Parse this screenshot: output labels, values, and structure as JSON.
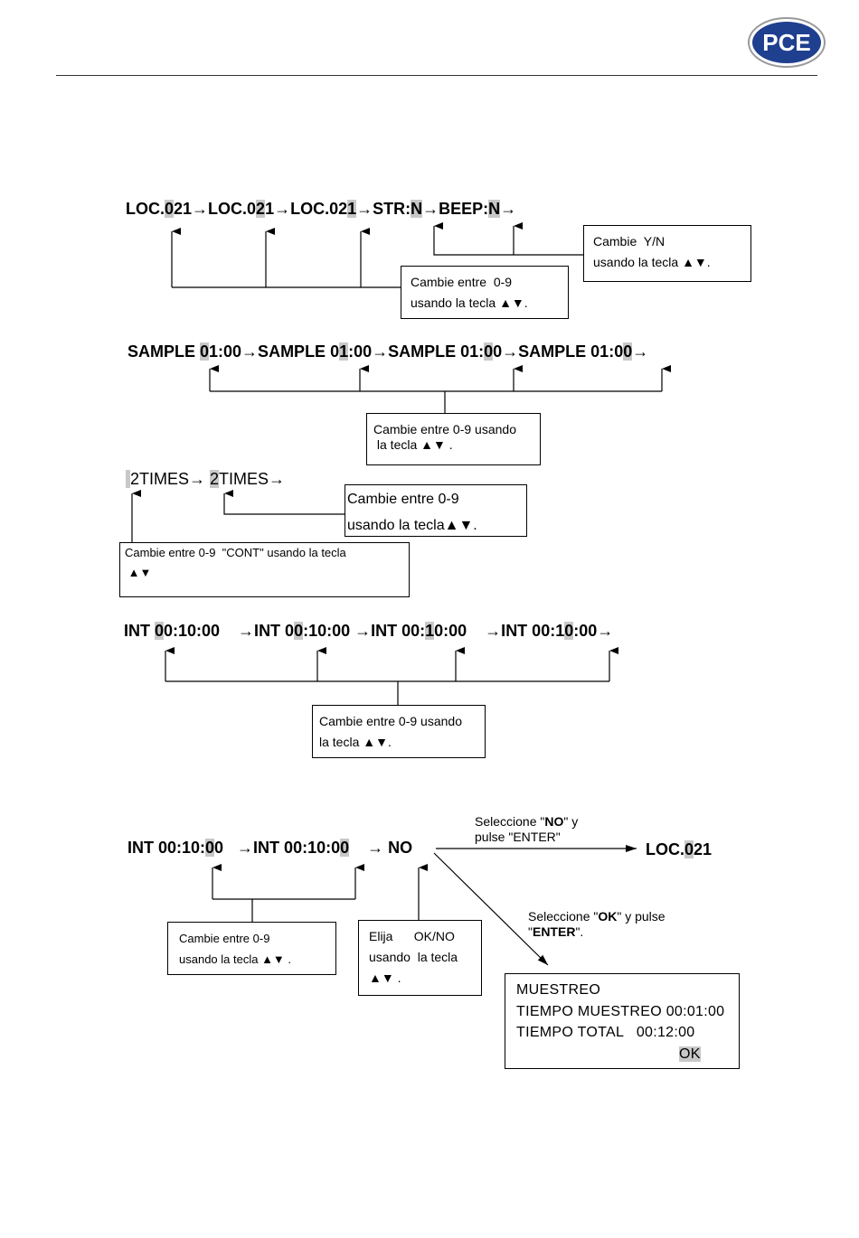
{
  "logo": {
    "text": "PCE",
    "color": "#1f3f8f"
  },
  "row1": {
    "seq": [
      "LOC.",
      "0",
      "21→LOC.0",
      "2",
      "1→LOC.02",
      "1",
      "→STR:",
      "N",
      "→BEEP:",
      "N",
      "→"
    ],
    "box_digits": "Cambie entre  0-9\nusando la tecla ▲▼.",
    "box_yn": "Cambie  Y/N\nusando la tecla ▲▼."
  },
  "row2": {
    "seq": [
      "SAMPLE ",
      "0",
      "1:00→SAMPLE 0",
      "1",
      ":00→SAMPLE 01:",
      "0",
      "0→SAMPLE 01:0",
      "0",
      "→"
    ],
    "box": "Cambie entre 0-9 usando\n la tecla ▲▼ ."
  },
  "row3": {
    "seq": [
      "",
      " ",
      "2TIMES→ ",
      "2",
      "TIMES→"
    ],
    "box_digits": "Cambie entre 0-9\nusando la tecla▲▼.",
    "box_cont": "Cambie entre 0-9  \"CONT\" usando la tecla\n ▲▼"
  },
  "row4": {
    "seq": [
      "INT ",
      "0",
      "0:10:00    →INT 0",
      "0",
      ":10:00 →INT 00:",
      "1",
      "0:00    →INT 00:1",
      "0",
      ":00→"
    ],
    "box": "Cambie entre 0-9 usando\nla tecla ▲▼."
  },
  "row5": {
    "seq": [
      "INT 00:10:",
      "0",
      "0   →INT 00:10:0",
      "0",
      "    → NO"
    ],
    "loc_prefix": "LOC.",
    "loc_hl": "0",
    "loc_suffix": "21",
    "note_no": [
      "Seleccione \"",
      "NO",
      "\" y",
      "pulse \"ENTER\""
    ],
    "note_ok": [
      "Seleccione \"",
      "OK",
      "\" y pulse",
      "\"",
      "ENTER",
      "\"."
    ],
    "box_digits": "Cambie entre 0-9\nusando la tecla ▲▼ .",
    "box_oknow": "Elija      OK/NO\nusando  la tecla\n▲▼ .",
    "lcd": {
      "line1": "MUESTREO",
      "line2": "TIEMPO MUESTREO 00:01:00",
      "line3": "TIEMPO TOTAL   00:12:00",
      "ok": "OK"
    }
  }
}
